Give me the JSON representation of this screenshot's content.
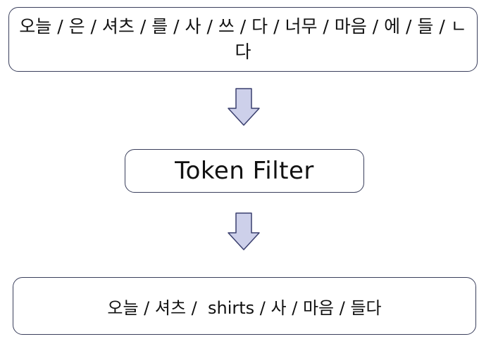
{
  "input_tokens_text": "오늘 / 은 / 셔츠 / 를 / 사 / 쓰 / 다 / 너무 / 마음 / 에 / 들 / ㄴ다",
  "filter_label": "Token Filter",
  "output_tokens_text": "오늘 / 셔츠 /  shirts / 사 / 마음 / 들다",
  "arrow_fill_color": "#cdd0ea",
  "arrow_stroke_color": "#3a3f6e"
}
